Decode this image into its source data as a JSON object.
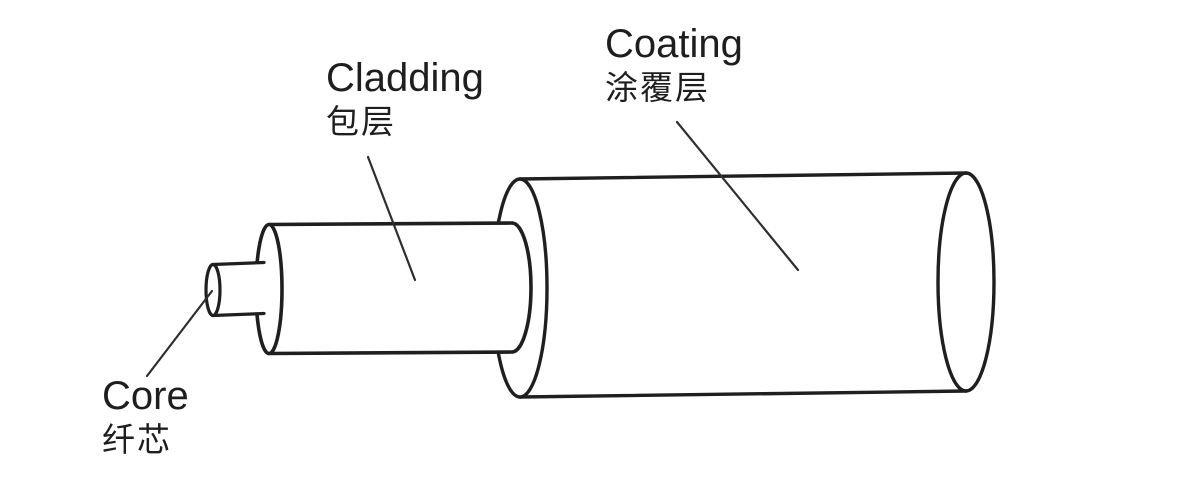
{
  "diagram": {
    "labels": {
      "coating": {
        "en": "Coating",
        "zh": "涂覆层"
      },
      "cladding": {
        "en": "Cladding",
        "zh": "包层"
      },
      "core": {
        "en": "Core",
        "zh": "纤芯"
      }
    },
    "colors": {
      "background": "#ffffff",
      "outline": "#1f1f1f",
      "leader_line": "#2e2e2e",
      "text": "#1e1e1e"
    }
  }
}
